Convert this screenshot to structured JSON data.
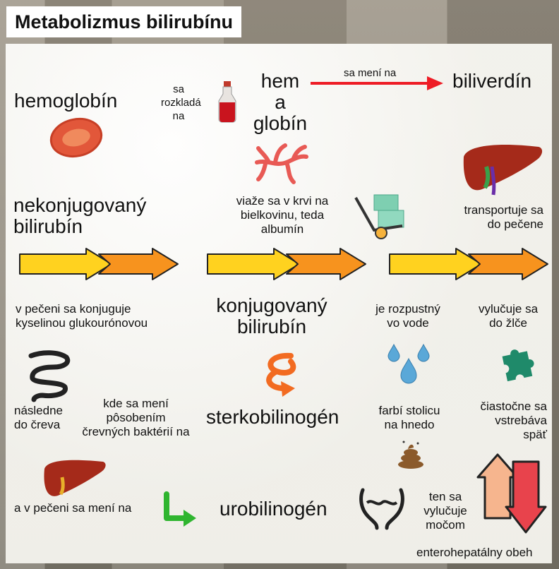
{
  "title": "Metabolizmus bilirubínu",
  "nodes": {
    "hemoglobin": "hemoglobín",
    "sa_rozklada_na": [
      "sa",
      "rozkladá",
      "na"
    ],
    "hem_a_globin": [
      "hem",
      "a",
      "globín"
    ],
    "sa_meni_na": "sa mení na",
    "biliverdin": "biliverdín",
    "nekonjugovany": [
      "nekonjugovaný",
      "bilirubín"
    ],
    "viaze_sa": [
      "viaže sa v krvi na",
      "bielkovinu, teda",
      "albumín"
    ],
    "transportuje": [
      "transportuje sa",
      "do pečene"
    ],
    "v_peceni": [
      "v pečeni sa konjuguje",
      "kyselinou glukourónovou"
    ],
    "konjugovany": [
      "konjugovaný",
      "bilirubín"
    ],
    "rozpustny": [
      "je rozpustný",
      "vo vode"
    ],
    "vylucuje_zlce": [
      "vylučuje sa",
      "do žlče"
    ],
    "nasledne": [
      "následne",
      "do čreva"
    ],
    "kde_sa_meni": [
      "kde sa mení",
      "pôsobením",
      "črevných baktérií na"
    ],
    "sterkobilinogen": "sterkobilinogén",
    "farbi": [
      "farbí stolicu",
      "na hnedo"
    ],
    "ciastocne": [
      "čiastočne sa",
      "vstrebáva",
      "späť"
    ],
    "a_v_peceni": "a v pečeni sa mení na",
    "urobilinogen": "urobilinogén",
    "ten_sa": [
      "ten sa",
      "vylučuje",
      "močom"
    ],
    "enterohepatalny": "enterohepatálny obeh"
  },
  "colors": {
    "arrow_yellow": "#ffd21f",
    "arrow_orange": "#f7931e",
    "red_arrow": "#ee1c25",
    "rbc": "#e2573a",
    "liver": "#a52a1a",
    "water": "#5aa8d8",
    "puzzle": "#1f8a6a",
    "green_arrow": "#2fb52f",
    "cycle_up": "#f6b58e",
    "cycle_down": "#e8434c"
  },
  "icons": [
    "title-badge",
    "red-blood-cell-icon",
    "blood-vial-icon",
    "red-arrow-icon",
    "liver-icon",
    "protein-strand-icon",
    "hand-truck-icon",
    "intestine-icon",
    "swirl-arrow-icon",
    "water-drops-icon",
    "puzzle-piece-icon",
    "poop-icon",
    "green-arrow-icon",
    "bladder-icon",
    "cycle-arrows-icon"
  ]
}
